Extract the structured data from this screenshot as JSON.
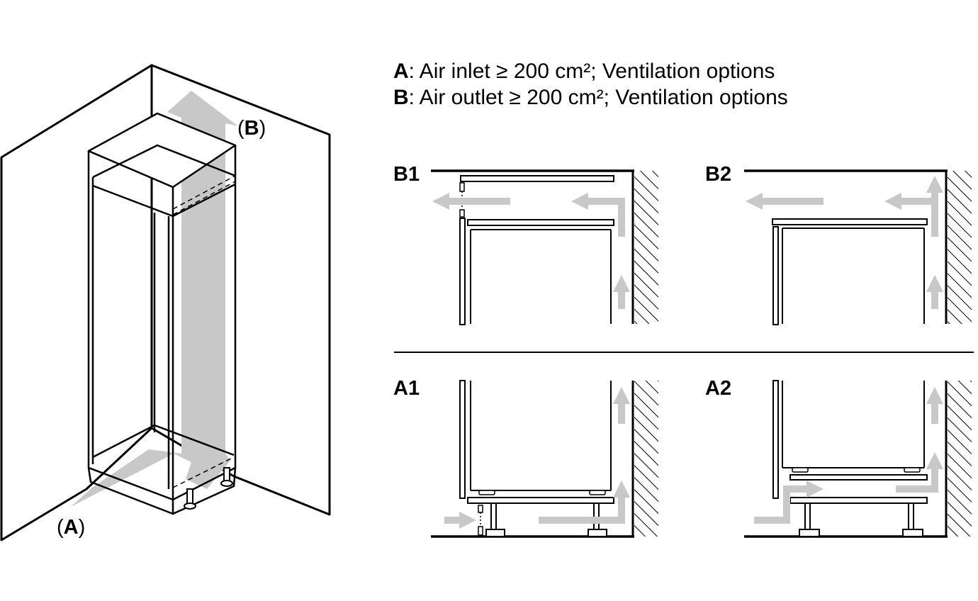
{
  "legend": {
    "a_key": "A",
    "a_text": ": Air inlet ≥ 200 cm²; Ventilation options",
    "b_key": "B",
    "b_text": ": Air outlet ≥ 200 cm²; Ventilation options"
  },
  "callouts": {
    "a": "A",
    "b": "B"
  },
  "panels": {
    "b1": "B1",
    "b2": "B2",
    "a1": "A1",
    "a2": "A2"
  },
  "colors": {
    "line": "#000000",
    "airflow": "#c8c8c8"
  }
}
